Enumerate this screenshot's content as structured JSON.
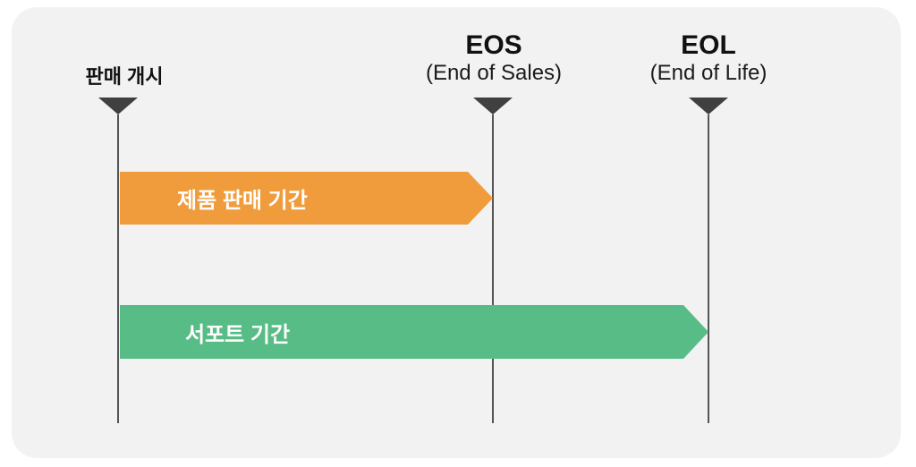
{
  "diagram": {
    "panel_color": "#F2F2F2",
    "page_color": "#FFFFFF",
    "line_color": "#555555",
    "triangle_color": "#404040",
    "label_text_color": "#111111",
    "bar_text_color": "#FFFFFF",
    "markers": [
      {
        "label": "판매 개시",
        "sublabel": ""
      },
      {
        "label": "EOS",
        "sublabel": "(End of Sales)"
      },
      {
        "label": "EOL",
        "sublabel": "(End of Life)"
      }
    ],
    "bars": [
      {
        "label": "제품 판매 기간",
        "color": "#F09C3C",
        "from": "판매 개시",
        "to": "EOS"
      },
      {
        "label": "서포트 기간",
        "color": "#57BC85",
        "from": "판매 개시",
        "to": "EOL"
      }
    ]
  }
}
